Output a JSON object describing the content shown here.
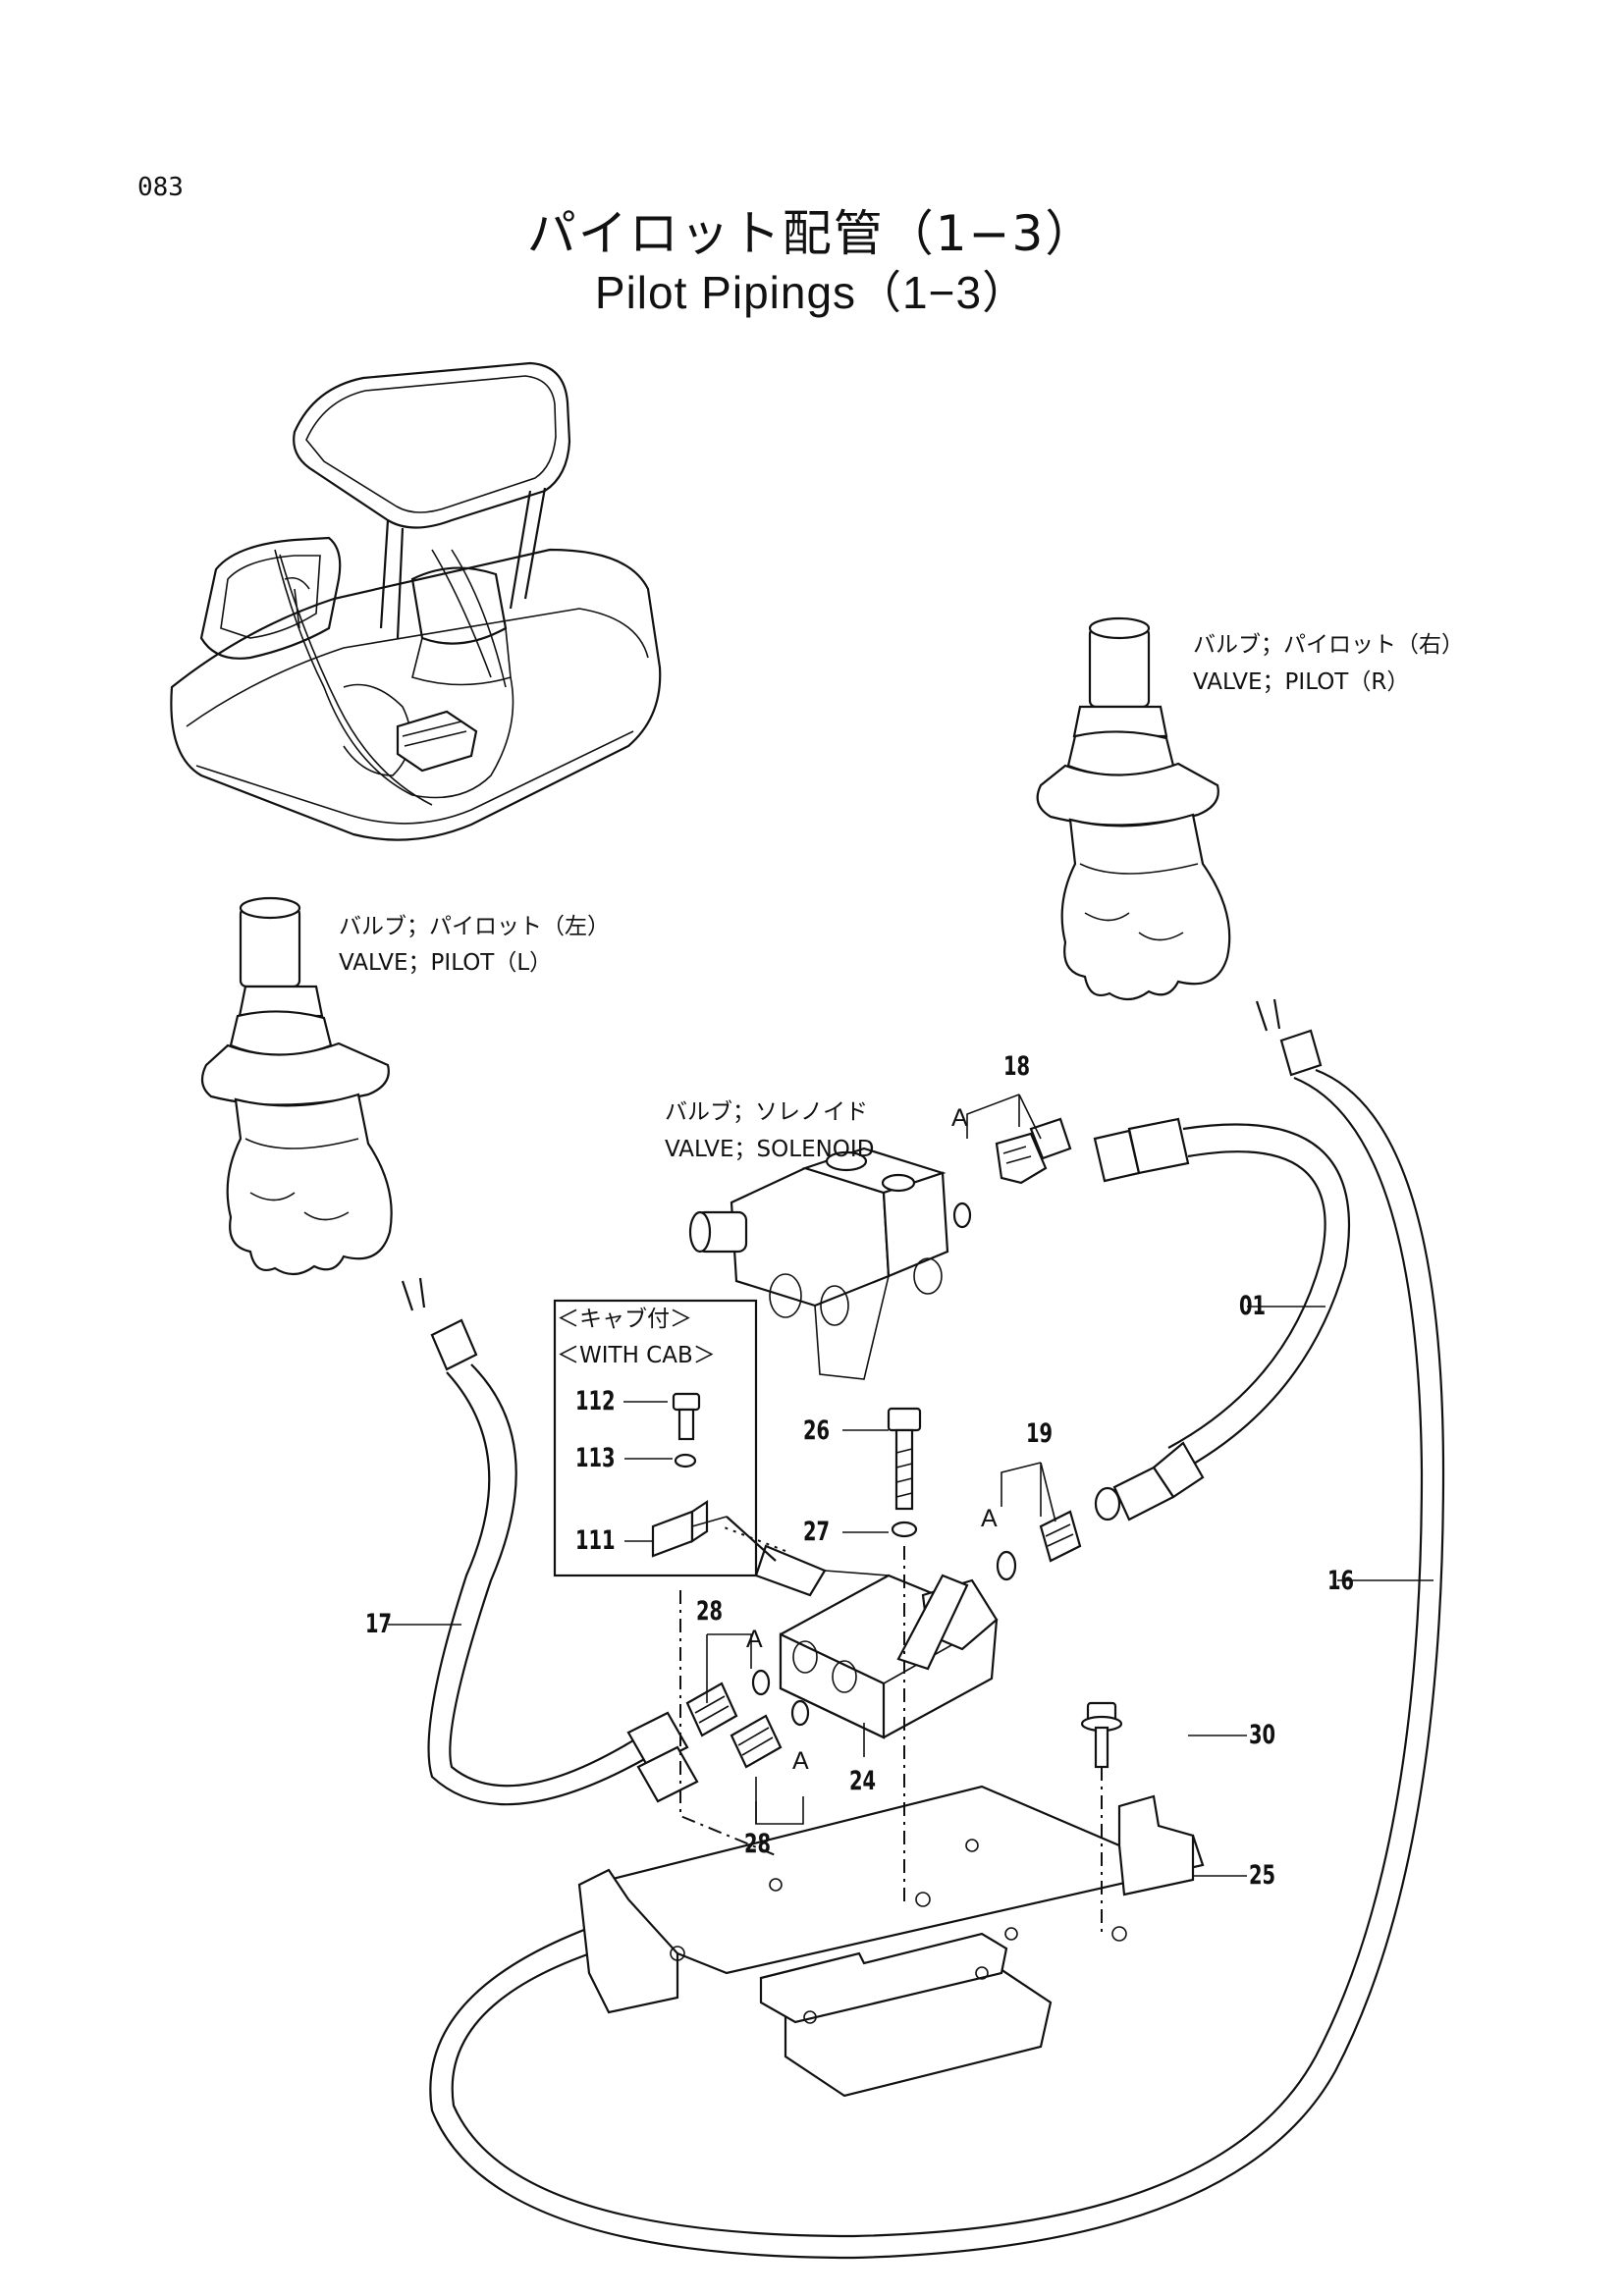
{
  "page_number": "083",
  "title_jp": "パイロット配管（1−3）",
  "title_en": "Pilot Pipings（1−3）",
  "labels": {
    "valve_pilot_r_jp": "バルブ；パイロット（右）",
    "valve_pilot_r_en": "VALVE；PILOT（R）",
    "valve_pilot_l_jp": "バルブ；パイロット（左）",
    "valve_pilot_l_en": "VALVE；PILOT（L）",
    "valve_solenoid_jp": "バルブ；ソレノイド",
    "valve_solenoid_en": "VALVE；SOLENOID",
    "with_cab_jp": "＜キャブ付＞",
    "with_cab_en": "＜WITH CAB＞"
  },
  "part_numbers": {
    "p18": "18",
    "p01": "01",
    "p19": "19",
    "p16": "16",
    "p17": "17",
    "p26": "26",
    "p27": "27",
    "p28a": "28",
    "p28b": "28",
    "p24": "24",
    "p30": "30",
    "p25": "25",
    "p112": "112",
    "p113": "113",
    "p111": "111"
  },
  "connection_marks": {
    "a1": "A",
    "a2": "A",
    "a3": "A",
    "a4": "A"
  }
}
